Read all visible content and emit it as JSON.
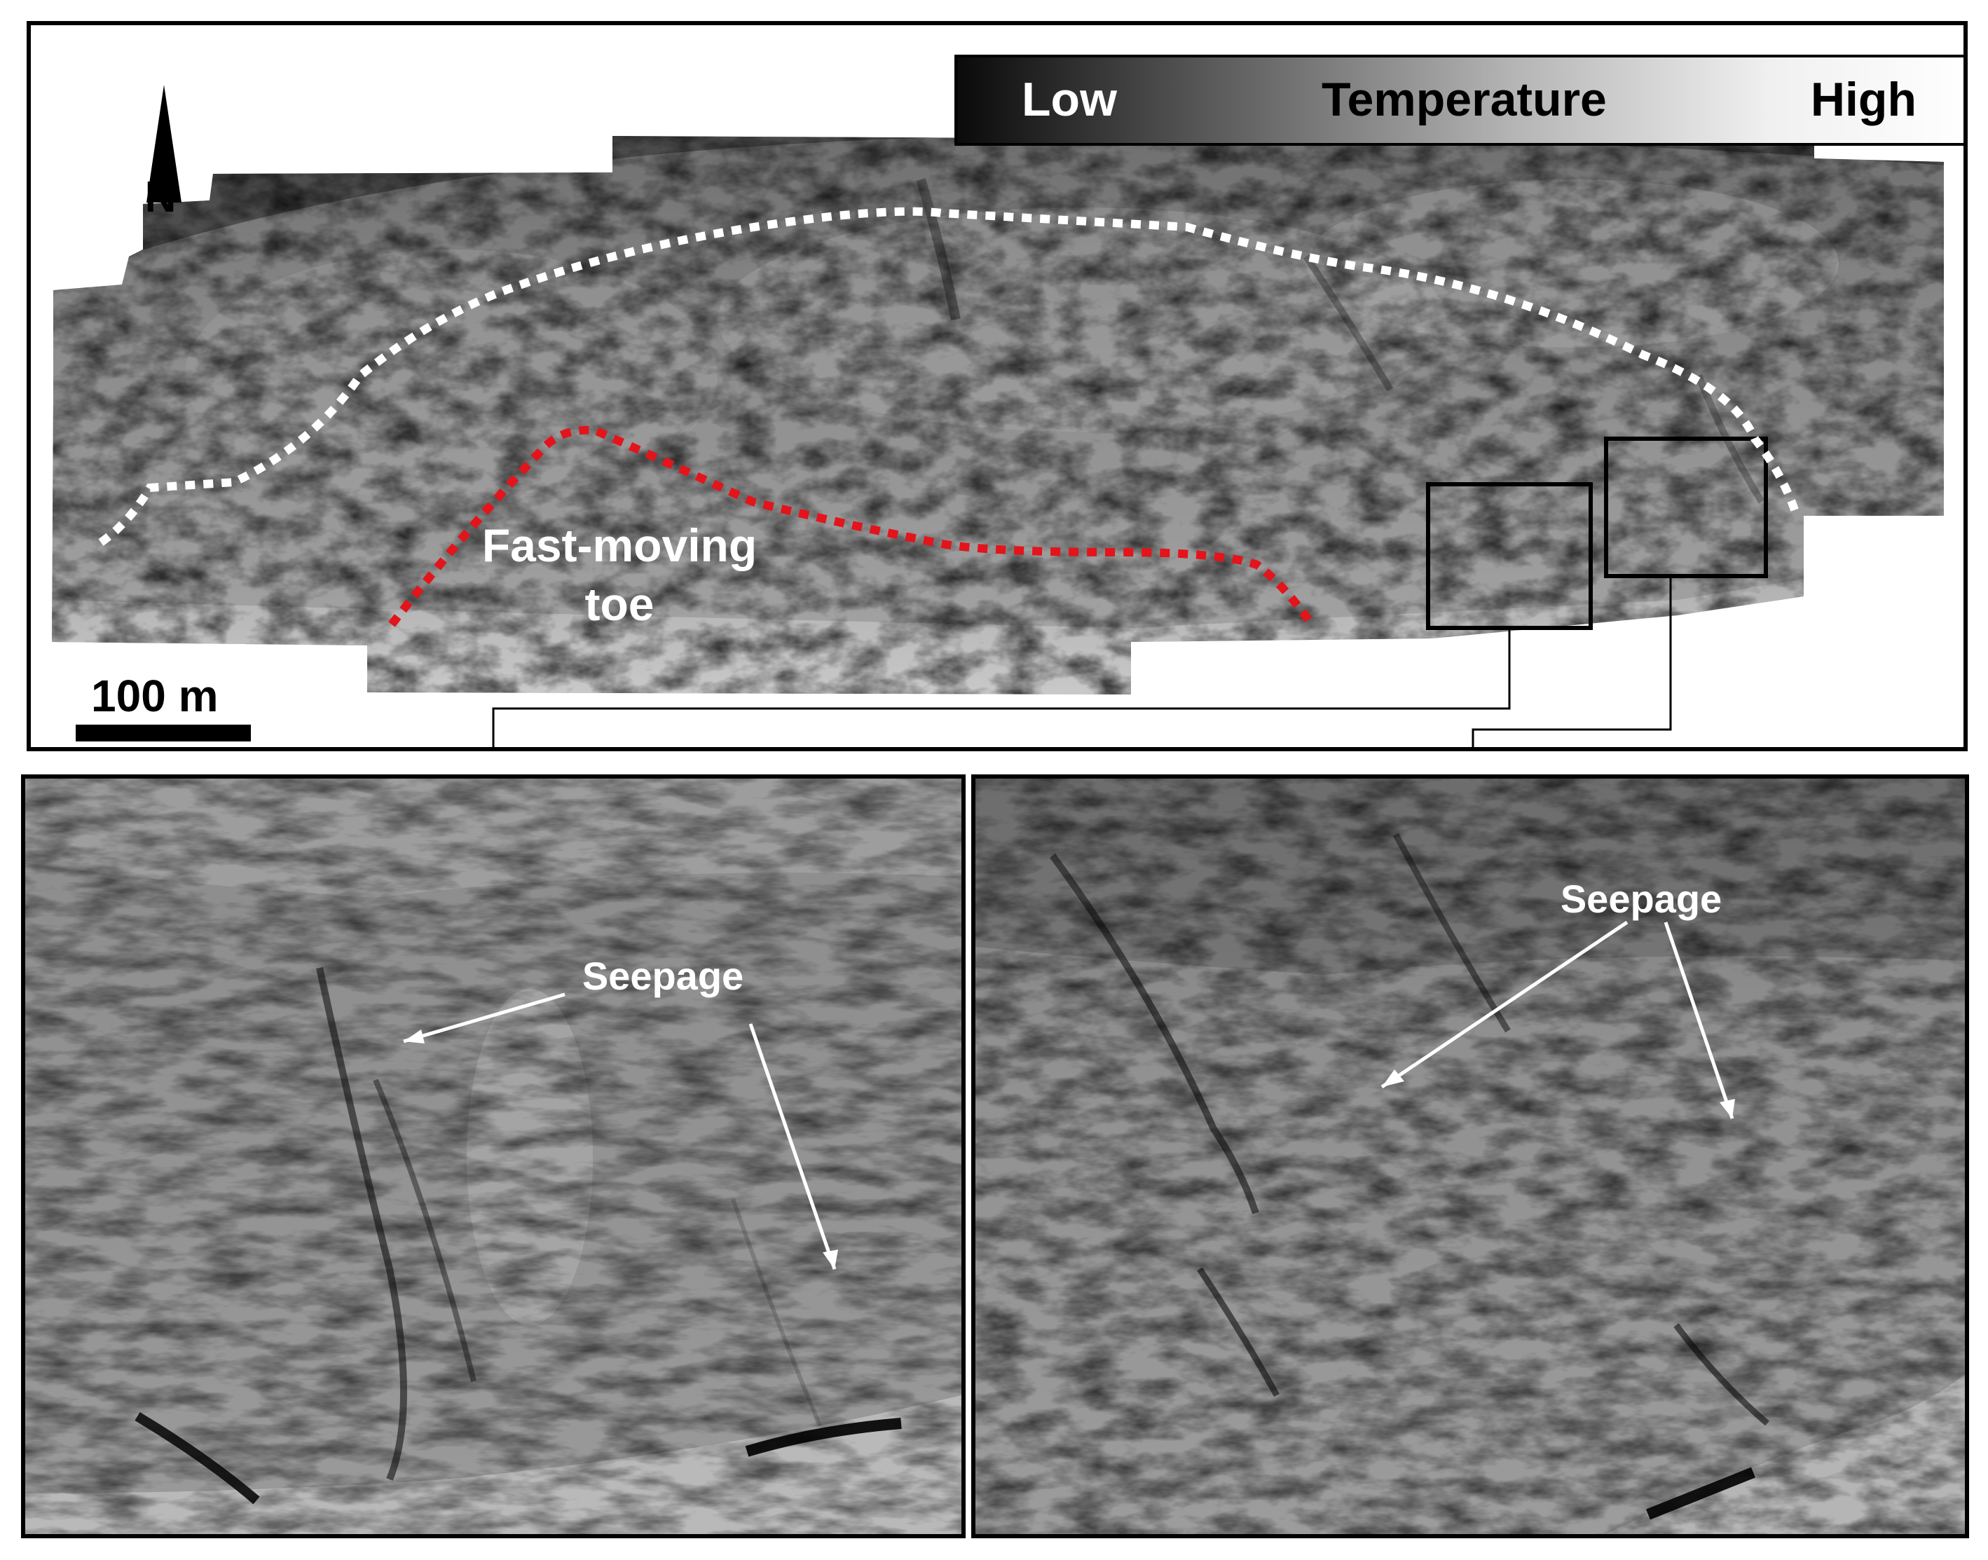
{
  "temperature_scale": {
    "low_label": "Low",
    "title": "Temperature",
    "high_label": "High"
  },
  "north_label": "N",
  "scale_bar_label": "100 m",
  "annotations": {
    "toe_label_line1": "Fast-moving",
    "toe_label_line2": "toe",
    "seepage_left": "Seepage",
    "seepage_right": "Seepage"
  },
  "colors": {
    "toe_outline": "#e3141b",
    "landslide_outline": "#ffffff",
    "frame": "#000000"
  }
}
